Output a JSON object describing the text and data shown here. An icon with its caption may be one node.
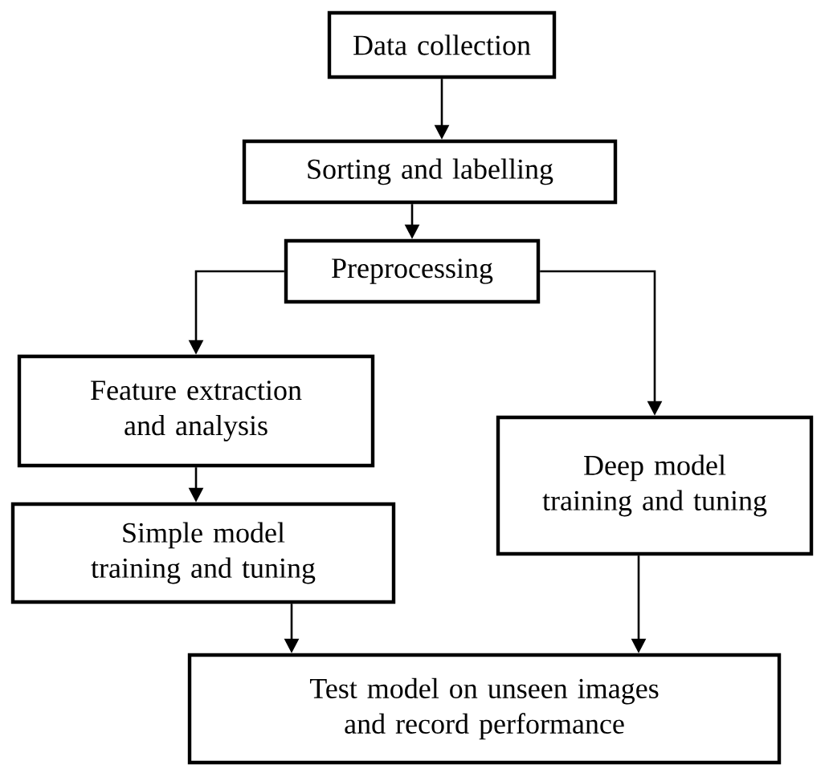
{
  "diagram": {
    "nodes": [
      {
        "text": [
          "Data collection"
        ]
      },
      {
        "text": [
          "Sorting and labelling"
        ]
      },
      {
        "text": [
          "Preprocessing"
        ]
      },
      {
        "text": [
          "Feature extraction and analysis"
        ]
      },
      {
        "text": [
          "Simple model training and tuning"
        ]
      },
      {
        "text": [
          "Deep model training and tuning"
        ]
      },
      {
        "text": [
          "Test model on unseen images and record performance"
        ]
      }
    ],
    "edges": [
      {
        "from": 0,
        "to": 1,
        "arrow": "to"
      },
      {
        "from": 1,
        "to": 2,
        "arrow": "to"
      },
      {
        "from": 2,
        "to": 3,
        "arrow": "to"
      },
      {
        "from": 2,
        "to": 5,
        "arrow": "to"
      },
      {
        "from": 3,
        "to": 4,
        "arrow": "to"
      },
      {
        "from": 4,
        "to": 6,
        "arrow": "to"
      },
      {
        "from": 5,
        "to": 6,
        "arrow": "to"
      }
    ]
  }
}
